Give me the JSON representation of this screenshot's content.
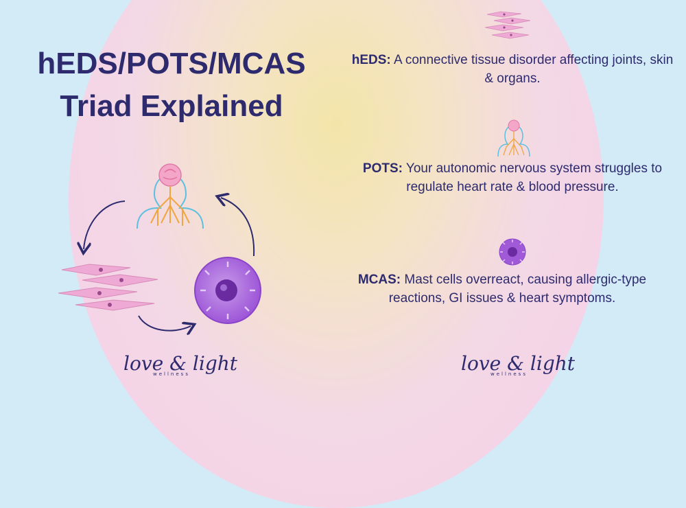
{
  "title": {
    "line1": "hEDS/POTS/MCAS",
    "line2": "Triad Explained"
  },
  "descriptions": {
    "heds": {
      "term": "hEDS:",
      "text": " A connective tissue disorder affecting joints, skin & organs."
    },
    "pots": {
      "term": "POTS:",
      "text": " Your autonomic nervous system struggles to regulate heart rate & blood pressure."
    },
    "mcas": {
      "term": "MCAS:",
      "text": " Mast cells overreact, causing allergic-type reactions, GI issues & heart symptoms."
    }
  },
  "logo": {
    "main": "love & light",
    "sub": "wellness"
  },
  "icons": [
    "connective-tissue-cells-icon",
    "nervous-system-body-icon",
    "mast-cell-icon",
    "cycle-arrow-icon"
  ],
  "colors": {
    "background": "#d2ebf7",
    "blob": "#f5cfe6",
    "center_glow": "#f3e5a9",
    "text": "#2d2a6e",
    "cell_pink": "#eeaad4",
    "mast_purple": "#a05ad8"
  }
}
